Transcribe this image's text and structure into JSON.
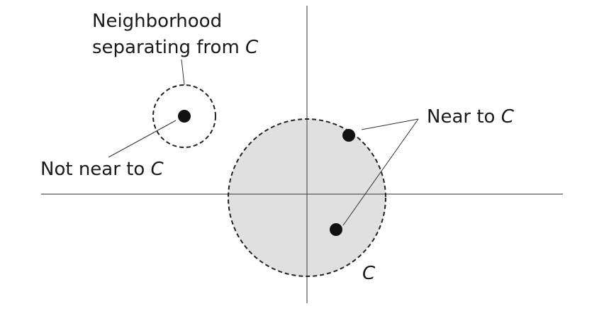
{
  "labels": {
    "neighborhood_line1": "Neighborhood",
    "neighborhood_line2_prefix": "separating from ",
    "neighborhood_line2_var": "C",
    "not_near_prefix": "Not near to ",
    "not_near_var": "C",
    "near_prefix": "Near to ",
    "near_var": "C",
    "set_name": "C"
  },
  "colors": {
    "set_fill": "#e0e0e0",
    "ink": "#1a1a1a"
  }
}
